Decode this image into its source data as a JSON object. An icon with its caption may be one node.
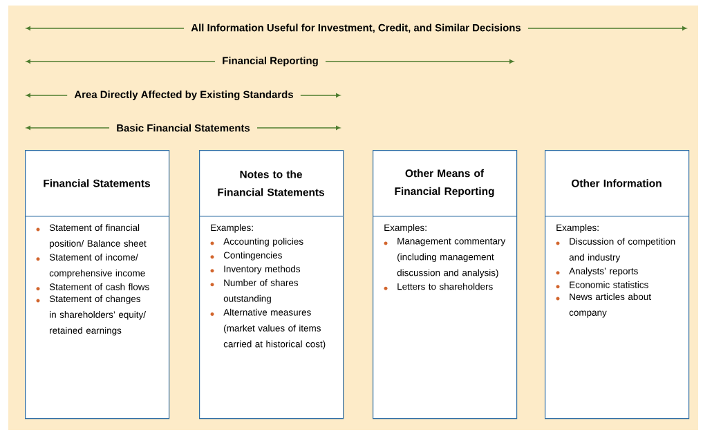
{
  "diagram": {
    "nodes": [
      {
        "text": [
          "Financial Statements",
          "Statement of financial position/ Balance sheet",
          "Statement of income/ comprehensive income",
          "Statement of cash flows",
          "Statement of changes in shareholders’ equity/ retained earnings"
        ]
      },
      {
        "text": [
          "Notes to the Financial Statements",
          "Examples:",
          "Accounting policies",
          "Contingencies",
          "Inventory methods",
          "Number of shares outstanding",
          "Alternative measures (market values of items carried at historical cost)"
        ]
      },
      {
        "text": [
          "Other Means of Financial Reporting",
          "Examples:",
          "Management commentary (including management discussion and analysis)",
          "Letters to shareholders"
        ]
      },
      {
        "text": [
          "Other Information",
          "Examples:",
          "Discussion of competition and industry",
          "Analysts’ reports",
          "Economic statistics",
          "News articles about company"
        ]
      }
    ],
    "labels": [
      "All Information Useful for Investment, Credit, and Similar Decisions",
      "Financial Reporting",
      "Area Directly Affected by Existing Standards",
      "Basic Financial Statements"
    ]
  }
}
